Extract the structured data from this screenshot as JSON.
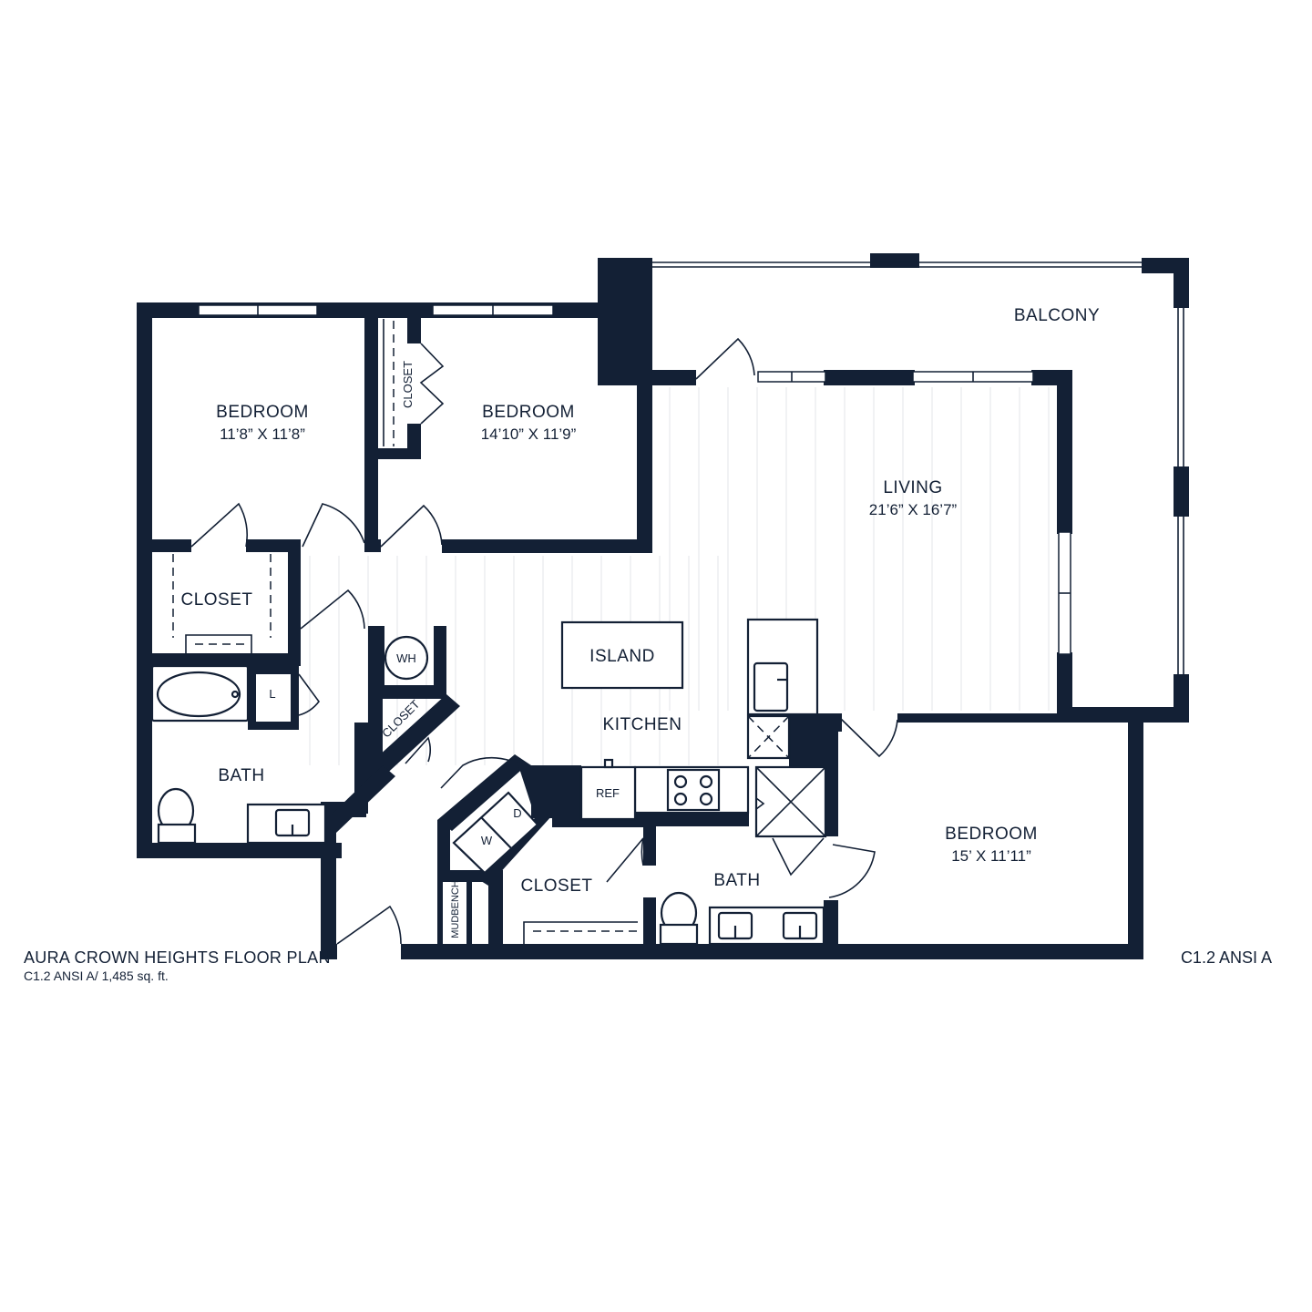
{
  "rooms": {
    "bedroom_a": {
      "label": "BEDROOM",
      "dims": "11’8” X 11’8”"
    },
    "bedroom_b": {
      "label": "BEDROOM",
      "dims": "14’10” X 11’9”"
    },
    "bedroom_c": {
      "label": "BEDROOM",
      "dims": "15’ X 11’11”"
    },
    "living": {
      "label": "LIVING",
      "dims": "21’6” X 16’7”"
    },
    "balcony": {
      "label": "BALCONY"
    },
    "kitchen": {
      "label": "KITCHEN"
    },
    "island": {
      "label": "ISLAND"
    },
    "closet_main": {
      "label": "CLOSET"
    },
    "closet_lower": {
      "label": "CLOSET"
    },
    "closet_bed2": {
      "label": "CLOSET"
    },
    "closet_diag": {
      "label": "CLOSET"
    },
    "bath_left": {
      "label": "BATH"
    },
    "bath_right": {
      "label": "BATH"
    }
  },
  "fixtures": {
    "water_heater": "WH",
    "linen": "L",
    "refrigerator": "REF",
    "washer": "W",
    "dryer": "D",
    "mudbench": "MUDBENCH"
  },
  "footer": {
    "title": "AURA CROWN HEIGHTS FLOOR PLAN",
    "subtitle": "C1.2 ANSI A/ 1,485 sq. ft.",
    "code": "C1.2 ANSI A"
  },
  "colors": {
    "wall": "#132035",
    "background": "#ffffff",
    "floor_lines": "#e3e6ea"
  }
}
